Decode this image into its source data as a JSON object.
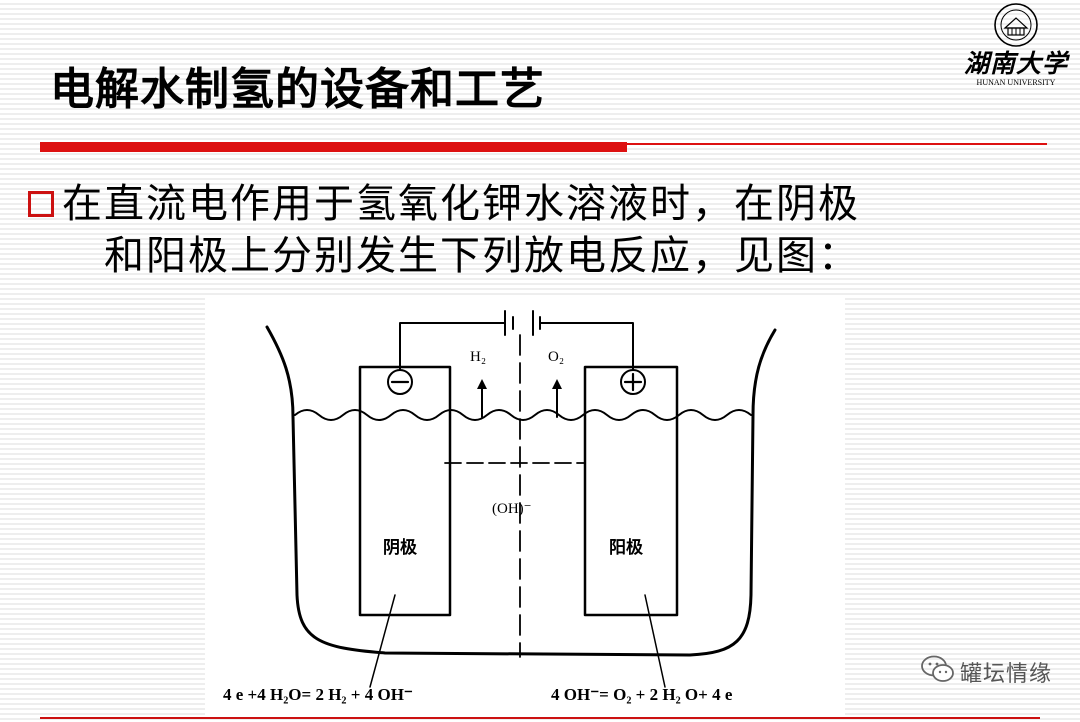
{
  "slide": {
    "title": "电解水制氢的设备和工艺",
    "paragraph_line1": "在直流电作用于氢氧化钾水溶液时，在阴极",
    "paragraph_line2": "和阳极上分别发生下列放电反应，见图："
  },
  "logo": {
    "name_cn": "湖南大学",
    "name_en": "HUNAN UNIVERSITY"
  },
  "diagram": {
    "h2_label": "H₂",
    "o2_label": "O₂",
    "oh_label": "(OH)⁻",
    "cathode_label": "阴极",
    "anode_label": "阳极",
    "cathode_sign": "−",
    "anode_sign": "+",
    "cathode_equation": "4 e +4 H₂O= 2 H₂ + 4 OH⁻",
    "anode_equation": "4 OH⁻= O₂ + 2 H₂ O+ 4 e"
  },
  "watermark": {
    "text": "罐坛情缘"
  },
  "colors": {
    "accent": "#dd1111",
    "bullet": "#cc1111"
  }
}
